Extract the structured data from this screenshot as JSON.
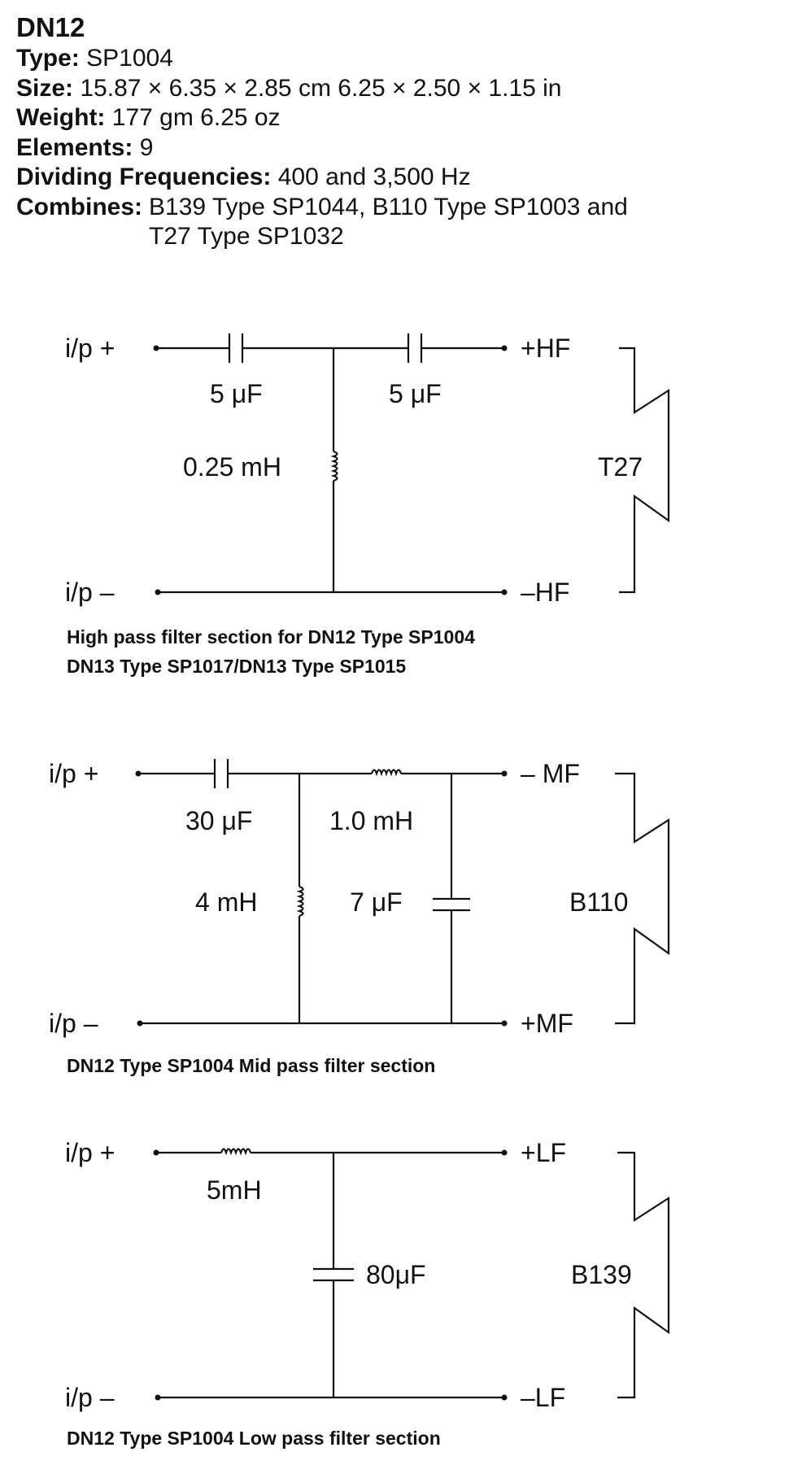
{
  "header": {
    "title": "DN12",
    "type_label": "Type:",
    "type_value": "SP1004",
    "size_label": "Size:",
    "size_value": "15.87 × 6.35 × 2.85 cm 6.25 × 2.50 × 1.15 in",
    "weight_label": "Weight:",
    "weight_value": "177 gm 6.25 oz",
    "elements_label": "Elements:",
    "elements_value": "9",
    "dividing_label": "Dividing Frequencies:",
    "dividing_value": "400 and 3,500 Hz",
    "combines_label": "Combines:",
    "combines_line1": "B139 Type SP1044, B110 Type SP1003 and",
    "combines_line2": "T27 Type SP1032"
  },
  "high_pass": {
    "in_plus": "i/p +",
    "in_minus": "i/p –",
    "cap1": "5 μF",
    "cap2": "5 μF",
    "inductor": "0.25 mH",
    "out_plus": "+HF",
    "out_minus": "–HF",
    "speaker": "T27",
    "caption_line1": "High pass filter section for DN12 Type SP1004",
    "caption_line2": "DN13 Type SP1017/DN13 Type SP1015"
  },
  "mid_pass": {
    "in_plus": "i/p +",
    "in_minus": "i/p –",
    "cap_series": "30 μF",
    "inductor_series": "1.0 mH",
    "inductor_shunt": "4 mH",
    "cap_shunt": "7 μF",
    "out_top": "– MF",
    "out_bottom": "+MF",
    "speaker": "B110",
    "caption": "DN12 Type SP1004  Mid pass filter section"
  },
  "low_pass": {
    "in_plus": "i/p +",
    "in_minus": "i/p –",
    "inductor": "5mH",
    "cap": "80μF",
    "out_plus": "+LF",
    "out_minus": "–LF",
    "speaker": "B139",
    "caption": "DN12 Type SP1004  Low pass filter section"
  }
}
